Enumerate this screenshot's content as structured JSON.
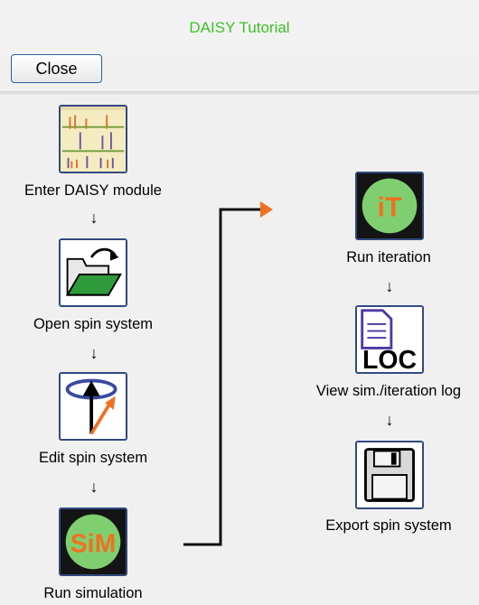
{
  "window": {
    "title": "DAISY Tutorial"
  },
  "toolbar": {
    "close_label": "Close"
  },
  "steps": [
    {
      "label": "Enter DAISY module",
      "icon": "spectrum-module-icon"
    },
    {
      "label": "Open spin system",
      "icon": "open-folder-icon"
    },
    {
      "label": "Edit spin system",
      "icon": "spin-vector-icon"
    },
    {
      "label": "Run simulation",
      "icon": "sim-icon"
    },
    {
      "label": "Run iteration",
      "icon": "iteration-icon"
    },
    {
      "label": "View sim./iteration log",
      "icon": "log-icon"
    },
    {
      "label": "Export spin system",
      "icon": "floppy-disk-icon"
    }
  ],
  "icon_text": {
    "sim": "SiM",
    "iteration": "iT",
    "log": "LOC"
  },
  "flow_arrow_glyph": "↓",
  "colors": {
    "title": "#3fbf2a",
    "accent_orange": "#f07020",
    "badge_green": "#7fcf70",
    "icon_border": "#334a80"
  }
}
